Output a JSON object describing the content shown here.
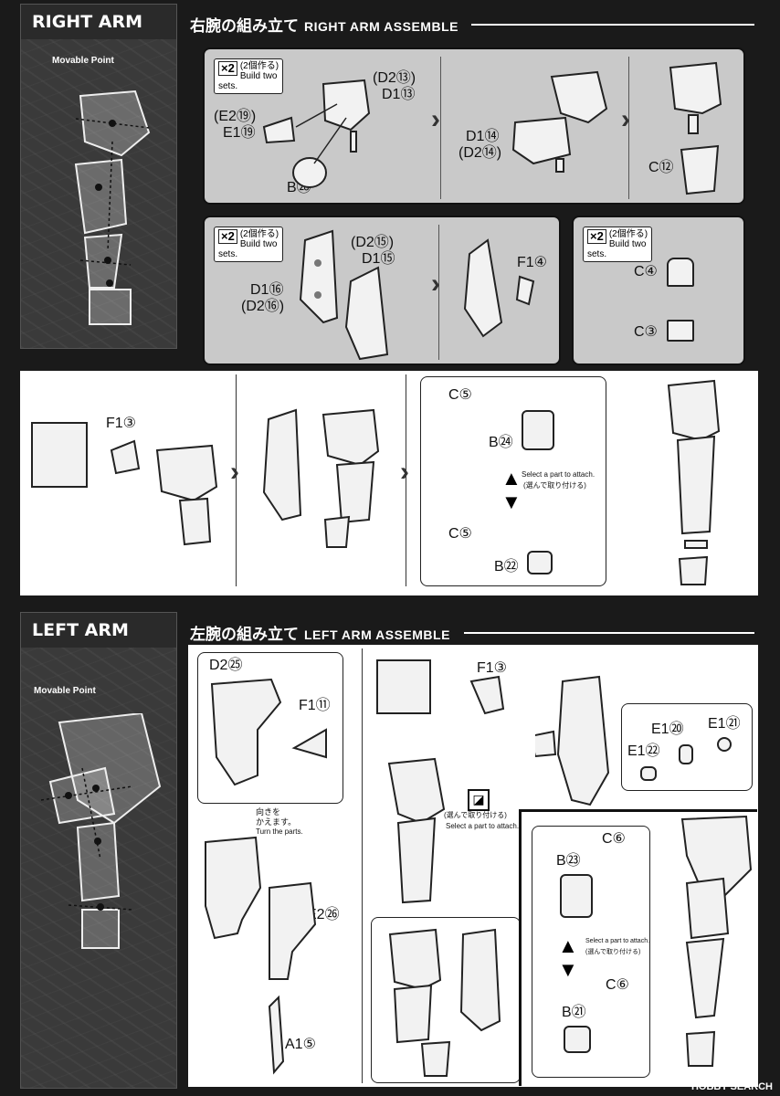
{
  "right_section": {
    "side_title": "RIGHT ARM",
    "movable_point": "Movable Point",
    "title_jp": "右腕の組み立て",
    "title_en": "RIGHT ARM ASSEMBLE",
    "build_note": {
      "count": "×2",
      "jp": "(2個作る)",
      "en": "Build two sets."
    },
    "step1": {
      "e2": "(E2⑲)",
      "e1": "E1⑲",
      "d2": "(D2⑬)",
      "d1": "D1⑬",
      "b": "B㉘"
    },
    "step2": {
      "d1": "D1⑭",
      "d2": "(D2⑭)"
    },
    "step3": {
      "c": "C⑫"
    },
    "step4": {
      "d2": "(D2⑮)",
      "d1": "D1⑮",
      "d1b": "D1⑯",
      "d2b": "(D2⑯)",
      "f1": "F1④"
    },
    "step5": {
      "c4": "C④",
      "c3": "C③"
    },
    "step6": {
      "f1": "F1③",
      "c5a": "C⑤",
      "b24": "B㉔",
      "c5b": "C⑤",
      "b22": "B㉒",
      "select_en": "Select a part to attach.",
      "select_jp": "(選んで取り付ける)"
    }
  },
  "left_section": {
    "side_title": "LEFT ARM",
    "movable_point": "Movable Point",
    "title_jp": "左腕の組み立て",
    "title_en": "LEFT ARM ASSEMBLE",
    "step1": {
      "d2": "D2㉕",
      "f1": "F1⑪",
      "turn_jp": "向きを\nかえます。",
      "turn_en": "Turn the parts.",
      "e2": "E2㉖",
      "a1": "A1⑤"
    },
    "step2": {
      "f1": "F1③",
      "select_jp": "(選んで取り付ける)",
      "select_en": "Select a part to attach."
    },
    "step3": {
      "e1a": "E1⑳",
      "e1b": "E1㉑",
      "e1c": "E1㉒"
    },
    "step4": {
      "c6a": "C⑥",
      "b23": "B㉓",
      "select_en": "Select a part to attach.",
      "select_jp": "(選んで取り付ける)",
      "c6b": "C⑥",
      "b21": "B㉑"
    }
  },
  "watermark": "HOBBY SEARCH"
}
